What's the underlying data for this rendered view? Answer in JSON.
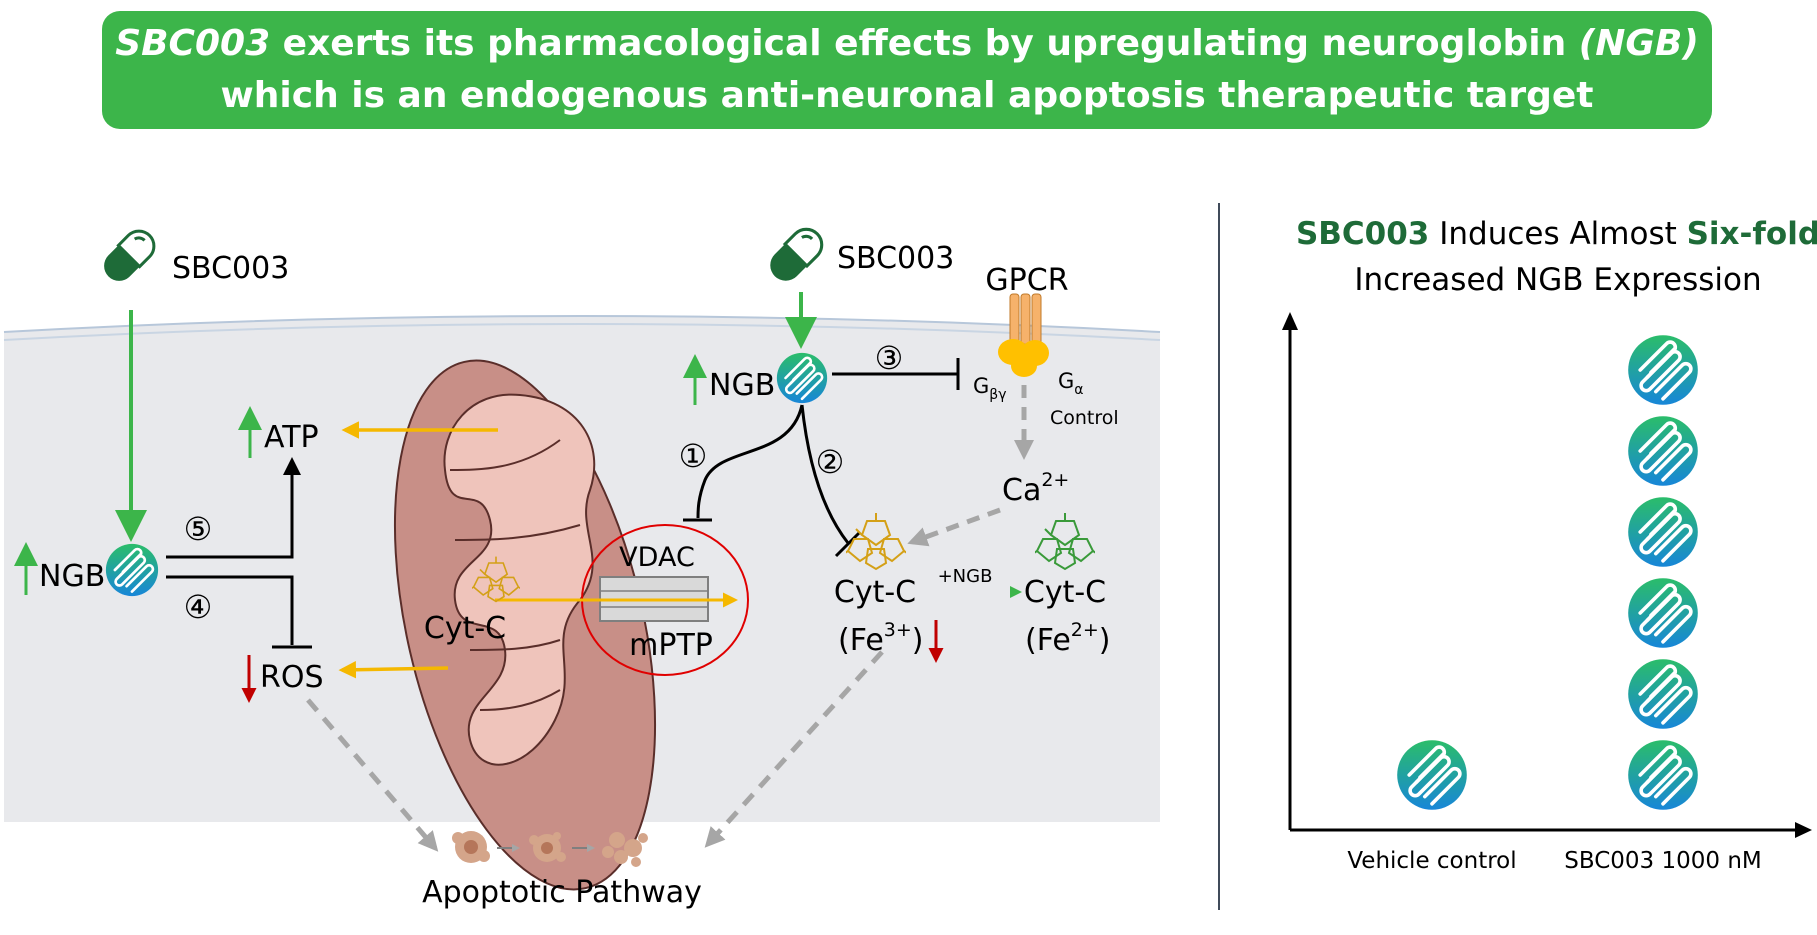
{
  "banner": {
    "drug": "SBC003",
    "line1_rest": " exerts its pharmacological effects by upregulating neuroglobin ",
    "protein_abbrev": "(NGB)",
    "line2": "which is an endogenous anti-neuronal apoptosis therapeutic target"
  },
  "pathway": {
    "drug_label_left": "SBC003",
    "drug_label_right": "SBC003",
    "ngb_left": "NGB",
    "ngb_top": "NGB",
    "atp": "ATP",
    "ros": "ROS",
    "cytc_mito": "Cyt-C",
    "vdac": "VDAC",
    "mptp": "mPTP",
    "gpcr": "GPCR",
    "g_beta_base": "G",
    "g_beta_sub": "βγ",
    "g_alpha_base": "G",
    "g_alpha_sub": "α",
    "control": "Control",
    "ca_base": "Ca",
    "ca_sup": "2+",
    "cytc_ox": "Cyt-C",
    "fe3_pre": "(Fe",
    "fe3_sup": "3+",
    "fe3_post": ")",
    "plus_ngb": "+NGB",
    "cytc_red": "Cyt-C",
    "fe2_pre": "(Fe",
    "fe2_sup": "2+",
    "fe2_post": ")",
    "apoptotic": "Apoptotic Pathway",
    "step1": "①",
    "step2": "②",
    "step3": "③",
    "step4": "④",
    "step5": "⑤"
  },
  "colors": {
    "green": "#3cb54a",
    "dark_green": "#1e6b38",
    "mito": "#c88f87",
    "mito_inner": "#efc4bb",
    "mito_stroke": "#5a2e2a",
    "arrow_orange": "#f5b800",
    "red": "#c00000",
    "gray_arrow": "#a6a6a6",
    "cell": "#e8e9ec"
  },
  "chart_data": {
    "type": "bar",
    "title_parts": [
      "SBC003",
      " Induces Almost ",
      "Six-fold"
    ],
    "title_line2": "Increased NGB Expression",
    "categories": [
      "Vehicle control",
      "SBC003 1000 nM"
    ],
    "values": [
      1,
      6
    ],
    "xlabel": "",
    "ylabel": "",
    "icon": "ngb-icon"
  }
}
